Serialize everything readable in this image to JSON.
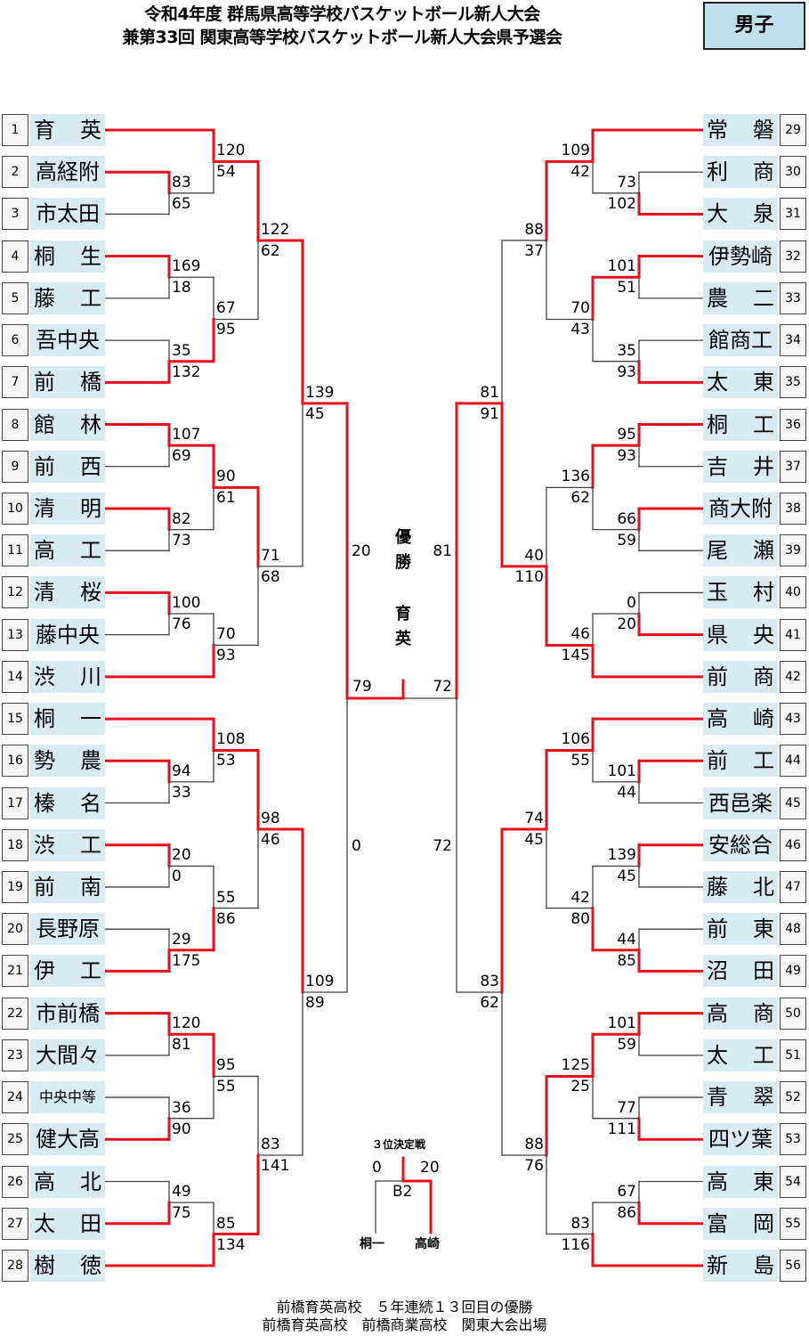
{
  "header": {
    "title_line1": "令和4年度 群馬県高等学校バスケットボール新人大会",
    "title_line2": "兼第33回 関東高等学校バスケットボール新人大会県予選会",
    "division": "男子"
  },
  "teams_left": [
    {
      "no": "1",
      "name": "育　英"
    },
    {
      "no": "2",
      "name": "高経附"
    },
    {
      "no": "3",
      "name": "市太田"
    },
    {
      "no": "4",
      "name": "桐　生"
    },
    {
      "no": "5",
      "name": "藤　工"
    },
    {
      "no": "6",
      "name": "吾中央"
    },
    {
      "no": "7",
      "name": "前　橋"
    },
    {
      "no": "8",
      "name": "館　林"
    },
    {
      "no": "9",
      "name": "前　西"
    },
    {
      "no": "10",
      "name": "清　明"
    },
    {
      "no": "11",
      "name": "高　工"
    },
    {
      "no": "12",
      "name": "清　桜"
    },
    {
      "no": "13",
      "name": "藤中央"
    },
    {
      "no": "14",
      "name": "渋　川"
    },
    {
      "no": "15",
      "name": "桐　一"
    },
    {
      "no": "16",
      "name": "勢　農"
    },
    {
      "no": "17",
      "name": "榛　名"
    },
    {
      "no": "18",
      "name": "渋　工"
    },
    {
      "no": "19",
      "name": "前　南"
    },
    {
      "no": "20",
      "name": "長野原"
    },
    {
      "no": "21",
      "name": "伊　工"
    },
    {
      "no": "22",
      "name": "市前橋"
    },
    {
      "no": "23",
      "name": "大間々"
    },
    {
      "no": "24",
      "name": "中央中等"
    },
    {
      "no": "25",
      "name": "健大高"
    },
    {
      "no": "26",
      "name": "高　北"
    },
    {
      "no": "27",
      "name": "太　田"
    },
    {
      "no": "28",
      "name": "樹　徳"
    }
  ],
  "teams_right": [
    {
      "no": "29",
      "name": "常　磐"
    },
    {
      "no": "30",
      "name": "利　商"
    },
    {
      "no": "31",
      "name": "大　泉"
    },
    {
      "no": "32",
      "name": "伊勢崎"
    },
    {
      "no": "33",
      "name": "農　二"
    },
    {
      "no": "34",
      "name": "館商工"
    },
    {
      "no": "35",
      "name": "太　東"
    },
    {
      "no": "36",
      "name": "桐　工"
    },
    {
      "no": "37",
      "name": "吉　井"
    },
    {
      "no": "38",
      "name": "商大附"
    },
    {
      "no": "39",
      "name": "尾　瀬"
    },
    {
      "no": "40",
      "name": "玉　村"
    },
    {
      "no": "41",
      "name": "県　央"
    },
    {
      "no": "42",
      "name": "前　商"
    },
    {
      "no": "43",
      "name": "高　崎"
    },
    {
      "no": "44",
      "name": "前　工"
    },
    {
      "no": "45",
      "name": "西邑楽"
    },
    {
      "no": "46",
      "name": "安総合"
    },
    {
      "no": "47",
      "name": "藤　北"
    },
    {
      "no": "48",
      "name": "前　東"
    },
    {
      "no": "49",
      "name": "沼　田"
    },
    {
      "no": "50",
      "name": "高　商"
    },
    {
      "no": "51",
      "name": "太　工"
    },
    {
      "no": "52",
      "name": "青　翠"
    },
    {
      "no": "53",
      "name": "四ツ葉"
    },
    {
      "no": "54",
      "name": "高　東"
    },
    {
      "no": "55",
      "name": "富　岡"
    },
    {
      "no": "56",
      "name": "新　島"
    }
  ],
  "matches_left": [
    {
      "id": "L_2_3",
      "a": 2,
      "b": 3,
      "sa": "83",
      "sb": "65",
      "winner": "a"
    },
    {
      "id": "L_1_23",
      "a": 1,
      "b": "L_2_3",
      "sa": "120",
      "sb": "54",
      "winner": "a"
    },
    {
      "id": "L_4_5",
      "a": 4,
      "b": 5,
      "sa": "169",
      "sb": "18",
      "winner": "a"
    },
    {
      "id": "L_6_7",
      "a": 6,
      "b": 7,
      "sa": "35",
      "sb": "132",
      "winner": "b"
    },
    {
      "id": "L_45_67",
      "a": "L_4_5",
      "b": "L_6_7",
      "sa": "67",
      "sb": "95",
      "winner": "b"
    },
    {
      "id": "L_q1",
      "a": "L_1_23",
      "b": "L_45_67",
      "sa": "122",
      "sb": "62",
      "winner": "a"
    },
    {
      "id": "L_8_9",
      "a": 8,
      "b": 9,
      "sa": "107",
      "sb": "69",
      "winner": "a"
    },
    {
      "id": "L_10_11",
      "a": 10,
      "b": 11,
      "sa": "82",
      "sb": "73",
      "winner": "a"
    },
    {
      "id": "L_89_1011",
      "a": "L_8_9",
      "b": "L_10_11",
      "sa": "90",
      "sb": "61",
      "winner": "a"
    },
    {
      "id": "L_12_13",
      "a": 12,
      "b": 13,
      "sa": "100",
      "sb": "76",
      "winner": "a"
    },
    {
      "id": "L_1213_14",
      "a": "L_12_13",
      "b": 14,
      "sa": "70",
      "sb": "93",
      "winner": "b"
    },
    {
      "id": "L_q2",
      "a": "L_89_1011",
      "b": "L_1213_14",
      "sa": "71",
      "sb": "68",
      "winner": "a"
    },
    {
      "id": "L_s1",
      "a": "L_q1",
      "b": "L_q2",
      "sa": "139",
      "sb": "45",
      "winner": "a"
    },
    {
      "id": "L_16_17",
      "a": 16,
      "b": 17,
      "sa": "94",
      "sb": "33",
      "winner": "a"
    },
    {
      "id": "L_15_1617",
      "a": 15,
      "b": "L_16_17",
      "sa": "108",
      "sb": "53",
      "winner": "a"
    },
    {
      "id": "L_18_19",
      "a": 18,
      "b": 19,
      "sa": "20",
      "sb": "0",
      "winner": "a"
    },
    {
      "id": "L_20_21",
      "a": 20,
      "b": 21,
      "sa": "29",
      "sb": "175",
      "winner": "b"
    },
    {
      "id": "L_1819_2021",
      "a": "L_18_19",
      "b": "L_20_21",
      "sa": "55",
      "sb": "86",
      "winner": "b"
    },
    {
      "id": "L_q3",
      "a": "L_15_1617",
      "b": "L_1819_2021",
      "sa": "98",
      "sb": "46",
      "winner": "a"
    },
    {
      "id": "L_22_23",
      "a": 22,
      "b": 23,
      "sa": "120",
      "sb": "81",
      "winner": "a"
    },
    {
      "id": "L_24_25",
      "a": 24,
      "b": 25,
      "sa": "36",
      "sb": "90",
      "winner": "b"
    },
    {
      "id": "L_2223_2425",
      "a": "L_22_23",
      "b": "L_24_25",
      "sa": "95",
      "sb": "55",
      "winner": "a"
    },
    {
      "id": "L_26_27",
      "a": 26,
      "b": 27,
      "sa": "49",
      "sb": "75",
      "winner": "b"
    },
    {
      "id": "L_2627_28",
      "a": "L_26_27",
      "b": 28,
      "sa": "85",
      "sb": "134",
      "winner": "b"
    },
    {
      "id": "L_q4",
      "a": "L_2223_2425",
      "b": "L_2627_28",
      "sa": "83",
      "sb": "141",
      "winner": "b"
    },
    {
      "id": "L_s2",
      "a": "L_q3",
      "b": "L_q4",
      "sa": "109",
      "sb": "89",
      "winner": "a"
    },
    {
      "id": "L_f",
      "a": "L_s1",
      "b": "L_s2",
      "sa": "20",
      "sb": "0",
      "winner": "a"
    }
  ],
  "matches_right": [
    {
      "id": "R_30_31",
      "a": 30,
      "b": 31,
      "sa": "73",
      "sb": "102",
      "winner": "b"
    },
    {
      "id": "R_29_3031",
      "a": 29,
      "b": "R_30_31",
      "sa": "109",
      "sb": "42",
      "winner": "a"
    },
    {
      "id": "R_32_33",
      "a": 32,
      "b": 33,
      "sa": "101",
      "sb": "51",
      "winner": "a"
    },
    {
      "id": "R_34_35",
      "a": 34,
      "b": 35,
      "sa": "35",
      "sb": "93",
      "winner": "b"
    },
    {
      "id": "R_3233_3435",
      "a": "R_32_33",
      "b": "R_34_35",
      "sa": "70",
      "sb": "43",
      "winner": "a"
    },
    {
      "id": "R_q1",
      "a": "R_29_3031",
      "b": "R_3233_3435",
      "sa": "88",
      "sb": "37",
      "winner": "a"
    },
    {
      "id": "R_36_37",
      "a": 36,
      "b": 37,
      "sa": "95",
      "sb": "93",
      "winner": "a"
    },
    {
      "id": "R_38_39",
      "a": 38,
      "b": 39,
      "sa": "66",
      "sb": "59",
      "winner": "a"
    },
    {
      "id": "R_3637_3839",
      "a": "R_36_37",
      "b": "R_38_39",
      "sa": "136",
      "sb": "62",
      "winner": "a"
    },
    {
      "id": "R_40_41",
      "a": 40,
      "b": 41,
      "sa": "0",
      "sb": "20",
      "winner": "b"
    },
    {
      "id": "R_4041_42",
      "a": "R_40_41",
      "b": 42,
      "sa": "46",
      "sb": "145",
      "winner": "b"
    },
    {
      "id": "R_q2",
      "a": "R_3637_3839",
      "b": "R_4041_42",
      "sa": "40",
      "sb": "110",
      "winner": "b"
    },
    {
      "id": "R_s1",
      "a": "R_q1",
      "b": "R_q2",
      "sa": "81",
      "sb": "91",
      "winner": "b"
    },
    {
      "id": "R_44_45",
      "a": 44,
      "b": 45,
      "sa": "101",
      "sb": "44",
      "winner": "a"
    },
    {
      "id": "R_43_4445",
      "a": 43,
      "b": "R_44_45",
      "sa": "106",
      "sb": "55",
      "winner": "a"
    },
    {
      "id": "R_46_47",
      "a": 46,
      "b": 47,
      "sa": "139",
      "sb": "45",
      "winner": "a"
    },
    {
      "id": "R_48_49",
      "a": 48,
      "b": 49,
      "sa": "44",
      "sb": "85",
      "winner": "b"
    },
    {
      "id": "R_4647_4849",
      "a": "R_46_47",
      "b": "R_48_49",
      "sa": "42",
      "sb": "80",
      "winner": "b"
    },
    {
      "id": "R_q3",
      "a": "R_43_4445",
      "b": "R_4647_4849",
      "sa": "74",
      "sb": "45",
      "winner": "a"
    },
    {
      "id": "R_50_51",
      "a": 50,
      "b": 51,
      "sa": "101",
      "sb": "59",
      "winner": "a"
    },
    {
      "id": "R_52_53",
      "a": 52,
      "b": 53,
      "sa": "77",
      "sb": "111",
      "winner": "b"
    },
    {
      "id": "R_5051_5253",
      "a": "R_50_51",
      "b": "R_52_53",
      "sa": "125",
      "sb": "25",
      "winner": "a"
    },
    {
      "id": "R_54_55",
      "a": 54,
      "b": 55,
      "sa": "67",
      "sb": "86",
      "winner": "b"
    },
    {
      "id": "R_5455_56",
      "a": "R_54_55",
      "b": 56,
      "sa": "83",
      "sb": "116",
      "winner": "b"
    },
    {
      "id": "R_q4",
      "a": "R_5051_5253",
      "b": "R_5455_56",
      "sa": "88",
      "sb": "76",
      "winner": "a"
    },
    {
      "id": "R_s2",
      "a": "R_q3",
      "b": "R_q4",
      "sa": "83",
      "sb": "62",
      "winner": "a"
    },
    {
      "id": "R_f",
      "a": "R_s1",
      "b": "R_s2",
      "sa": "81",
      "sb": "72",
      "winner": "a"
    }
  ],
  "final": {
    "left_score": "79",
    "right_score": "72",
    "winner_side": "left"
  },
  "champion": {
    "label": "優勝",
    "name": "育英"
  },
  "third_place": {
    "title": "３位決定戦",
    "left_score": "0",
    "right_score": "20",
    "court": "B2",
    "left_team": "桐一",
    "right_team": "高崎",
    "winner": "right"
  },
  "footer": {
    "line1": "前橋育英高校　５年連続１３回目の優勝",
    "line2": "前橋育英高校　前橋商業高校　関東大会出場"
  },
  "colors": {
    "winner_line": "#e8101a",
    "loser_line": "#444444",
    "name_bg": "#d9ebf2",
    "division_bg": "#bfe0ea"
  }
}
